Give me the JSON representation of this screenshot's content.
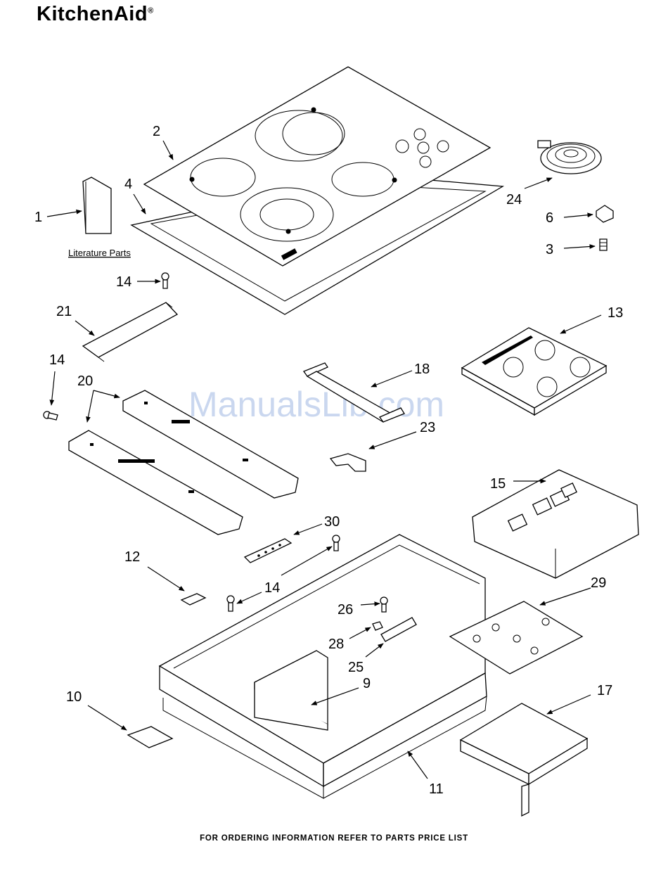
{
  "header": {
    "brand": "KitchenAid",
    "brand_mark": "®"
  },
  "watermark": "ManualsLib.com",
  "literature_label": "Literature Parts",
  "callouts": {
    "c1": "1",
    "c2": "2",
    "c3": "3",
    "c4": "4",
    "c6": "6",
    "c9": "9",
    "c10": "10",
    "c11": "11",
    "c12": "12",
    "c13": "13",
    "c14a": "14",
    "c14b": "14",
    "c14c": "14",
    "c15": "15",
    "c17": "17",
    "c18": "18",
    "c20": "20",
    "c21": "21",
    "c23": "23",
    "c24": "24",
    "c25": "25",
    "c26": "26",
    "c28": "28",
    "c29": "29",
    "c30": "30"
  },
  "footer": "FOR ORDERING INFORMATION REFER TO PARTS PRICE LIST"
}
